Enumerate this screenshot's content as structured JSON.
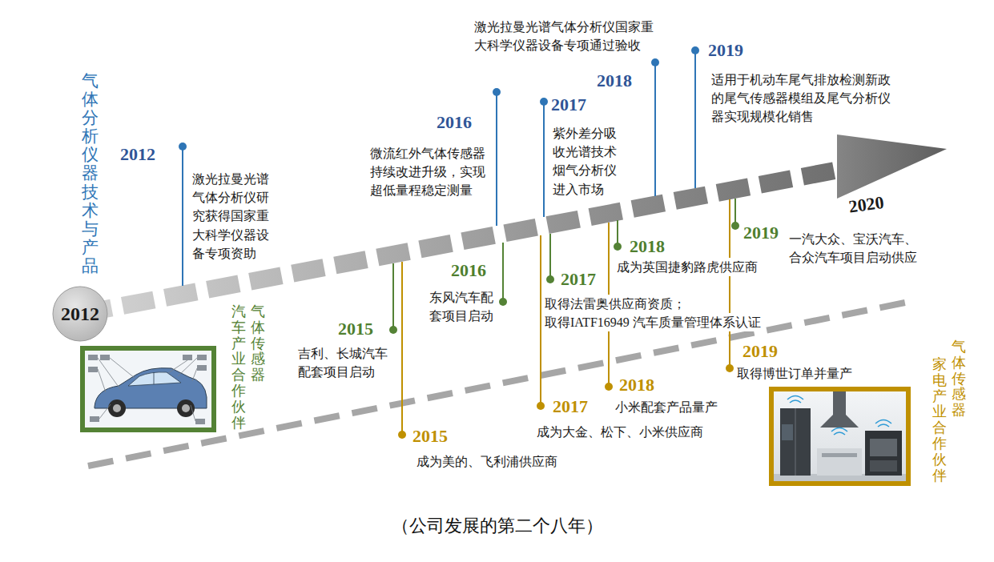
{
  "diagram": {
    "caption": "（公司发展的第二个八年）",
    "nodes": [
      {
        "text": [
          "2012"
        ]
      },
      {
        "text": [
          "气体传感器",
          "汽车产业合作伙伴"
        ]
      },
      {
        "text": [
          "气体传感器",
          "家电产业合作伙伴"
        ]
      }
    ],
    "labels": [
      "气体分析仪器技术与产品",
      "2012",
      "激光拉曼光谱气体分析仪研究获得国家重大科学仪器设备专项资助",
      "2015",
      "吉利、长城汽车配套项目启动",
      "2015",
      "成为美的、飞利浦供应商",
      "2016",
      "微流红外气体传感器持续改进升级，实现超低量程稳定测量",
      "2016",
      "东风汽车配套项目启动",
      "2017",
      "紫外差分吸收光谱技术烟气分析仪进入市场",
      "2017",
      "取得法雷奥供应商资质；",
      "取得IATF16949 汽车质量管理体系认证",
      "2017",
      "成为大金、松下、小米供应商",
      "2018",
      "激光拉曼光谱气体分析仪国家重大科学仪器设备专项通过验收",
      "2018",
      "成为英国捷豹路虎供应商",
      "2018",
      "小米配套产品量产",
      "2019",
      "适用于机动车尾气排放检测新政的尾气传感器模组及尾气分析仪器实现规模化销售",
      "2019",
      "一汽大众、宝沃汽车、合众汽车项目启动供应",
      "2019",
      "取得博世订单并量产",
      "2020"
    ]
  }
}
